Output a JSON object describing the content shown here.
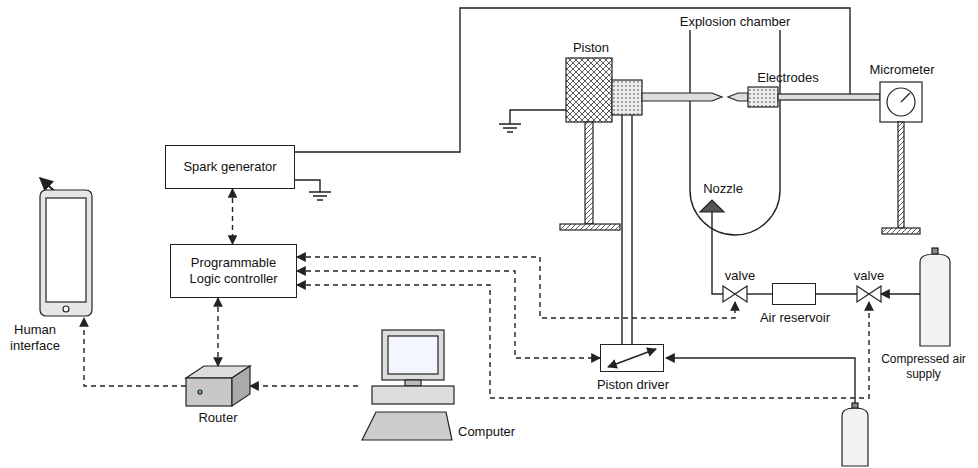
{
  "diagram": {
    "nodes": [
      {
        "text": [
          "Spark generator"
        ]
      },
      {
        "text": [
          "Programmable Logic controller"
        ]
      },
      {
        "text": [
          "Human interface"
        ]
      },
      {
        "text": [
          "Router"
        ]
      },
      {
        "text": [
          "Computer"
        ]
      },
      {
        "text": [
          "Piston driver"
        ]
      },
      {
        "text": [
          "valve"
        ]
      },
      {
        "text": [
          "Air reservoir"
        ]
      },
      {
        "text": [
          "valve"
        ]
      },
      {
        "text": [
          "Compressed air supply"
        ]
      }
    ],
    "edges": [
      {
        "from": 0,
        "to": 1,
        "arrow": "both"
      },
      {
        "from": 1,
        "to": 3,
        "arrow": "both"
      },
      {
        "from": 3,
        "to": 2,
        "arrow": "to"
      },
      {
        "from": 4,
        "to": 3,
        "arrow": "to"
      },
      {
        "from": 1,
        "to": 6,
        "arrow": "both"
      },
      {
        "from": 1,
        "to": 5,
        "arrow": "both"
      },
      {
        "from": 1,
        "to": 8,
        "arrow": "both"
      },
      {
        "from": 6,
        "to": 7,
        "arrow": "none"
      },
      {
        "from": 7,
        "to": 8,
        "arrow": "none"
      },
      {
        "from": 9,
        "to": 8,
        "arrow": "to"
      }
    ],
    "labels": [
      "Explosion chamber",
      "Piston",
      "Electrodes",
      "Micrometer",
      "Nozzle"
    ]
  }
}
